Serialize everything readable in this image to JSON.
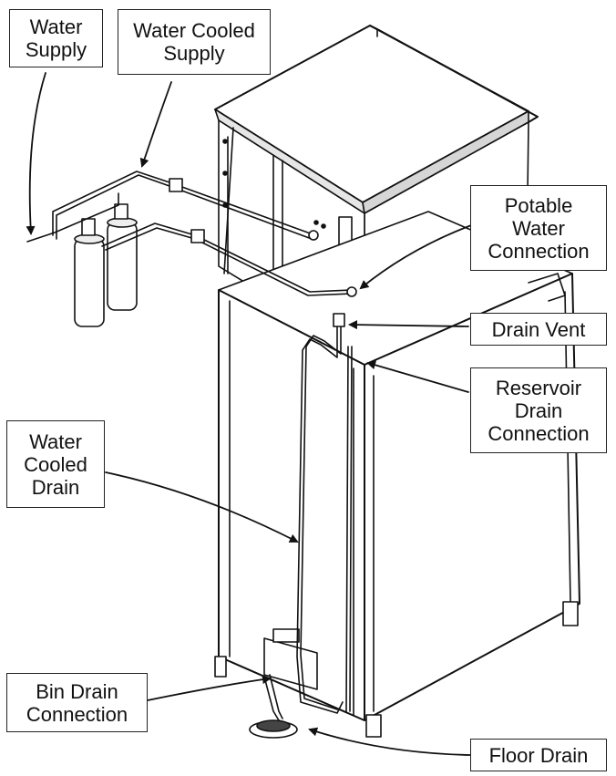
{
  "labels": {
    "water_supply": "Water\nSupply",
    "water_cooled_supply": "Water Cooled\nSupply",
    "potable_water_connection": "Potable\nWater\nConnection",
    "drain_vent": "Drain Vent",
    "reservoir_drain_connection": "Reservoir\nDrain\nConnection",
    "water_cooled_drain": "Water\nCooled\nDrain",
    "bin_drain_connection": "Bin Drain\nConnection",
    "floor_drain": "Floor Drain"
  },
  "colors": {
    "line": "#111111",
    "background": "#ffffff",
    "callout_border": "#222222"
  }
}
